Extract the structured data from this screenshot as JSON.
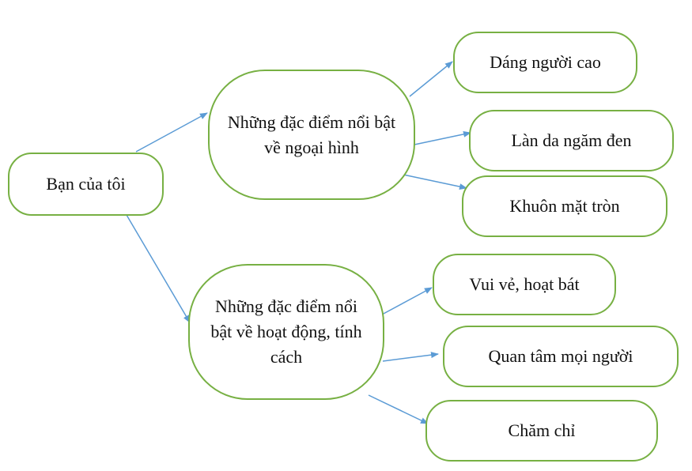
{
  "diagram": {
    "root": "Bạn của tôi",
    "appearance": {
      "label": "Những đặc điểm nổi bật về ngoại hình",
      "items": [
        "Dáng người cao",
        "Làn da ngăm đen",
        "Khuôn mặt tròn"
      ]
    },
    "personality": {
      "label": "Những đặc điểm nổi bật về hoạt động, tính cách",
      "items": [
        "Vui vẻ, hoạt bát",
        "Quan tâm mọi người",
        "Chăm chỉ"
      ]
    },
    "colors": {
      "node_border": "#77b043",
      "arrow": "#5b9bd5",
      "text": "#111111"
    }
  }
}
